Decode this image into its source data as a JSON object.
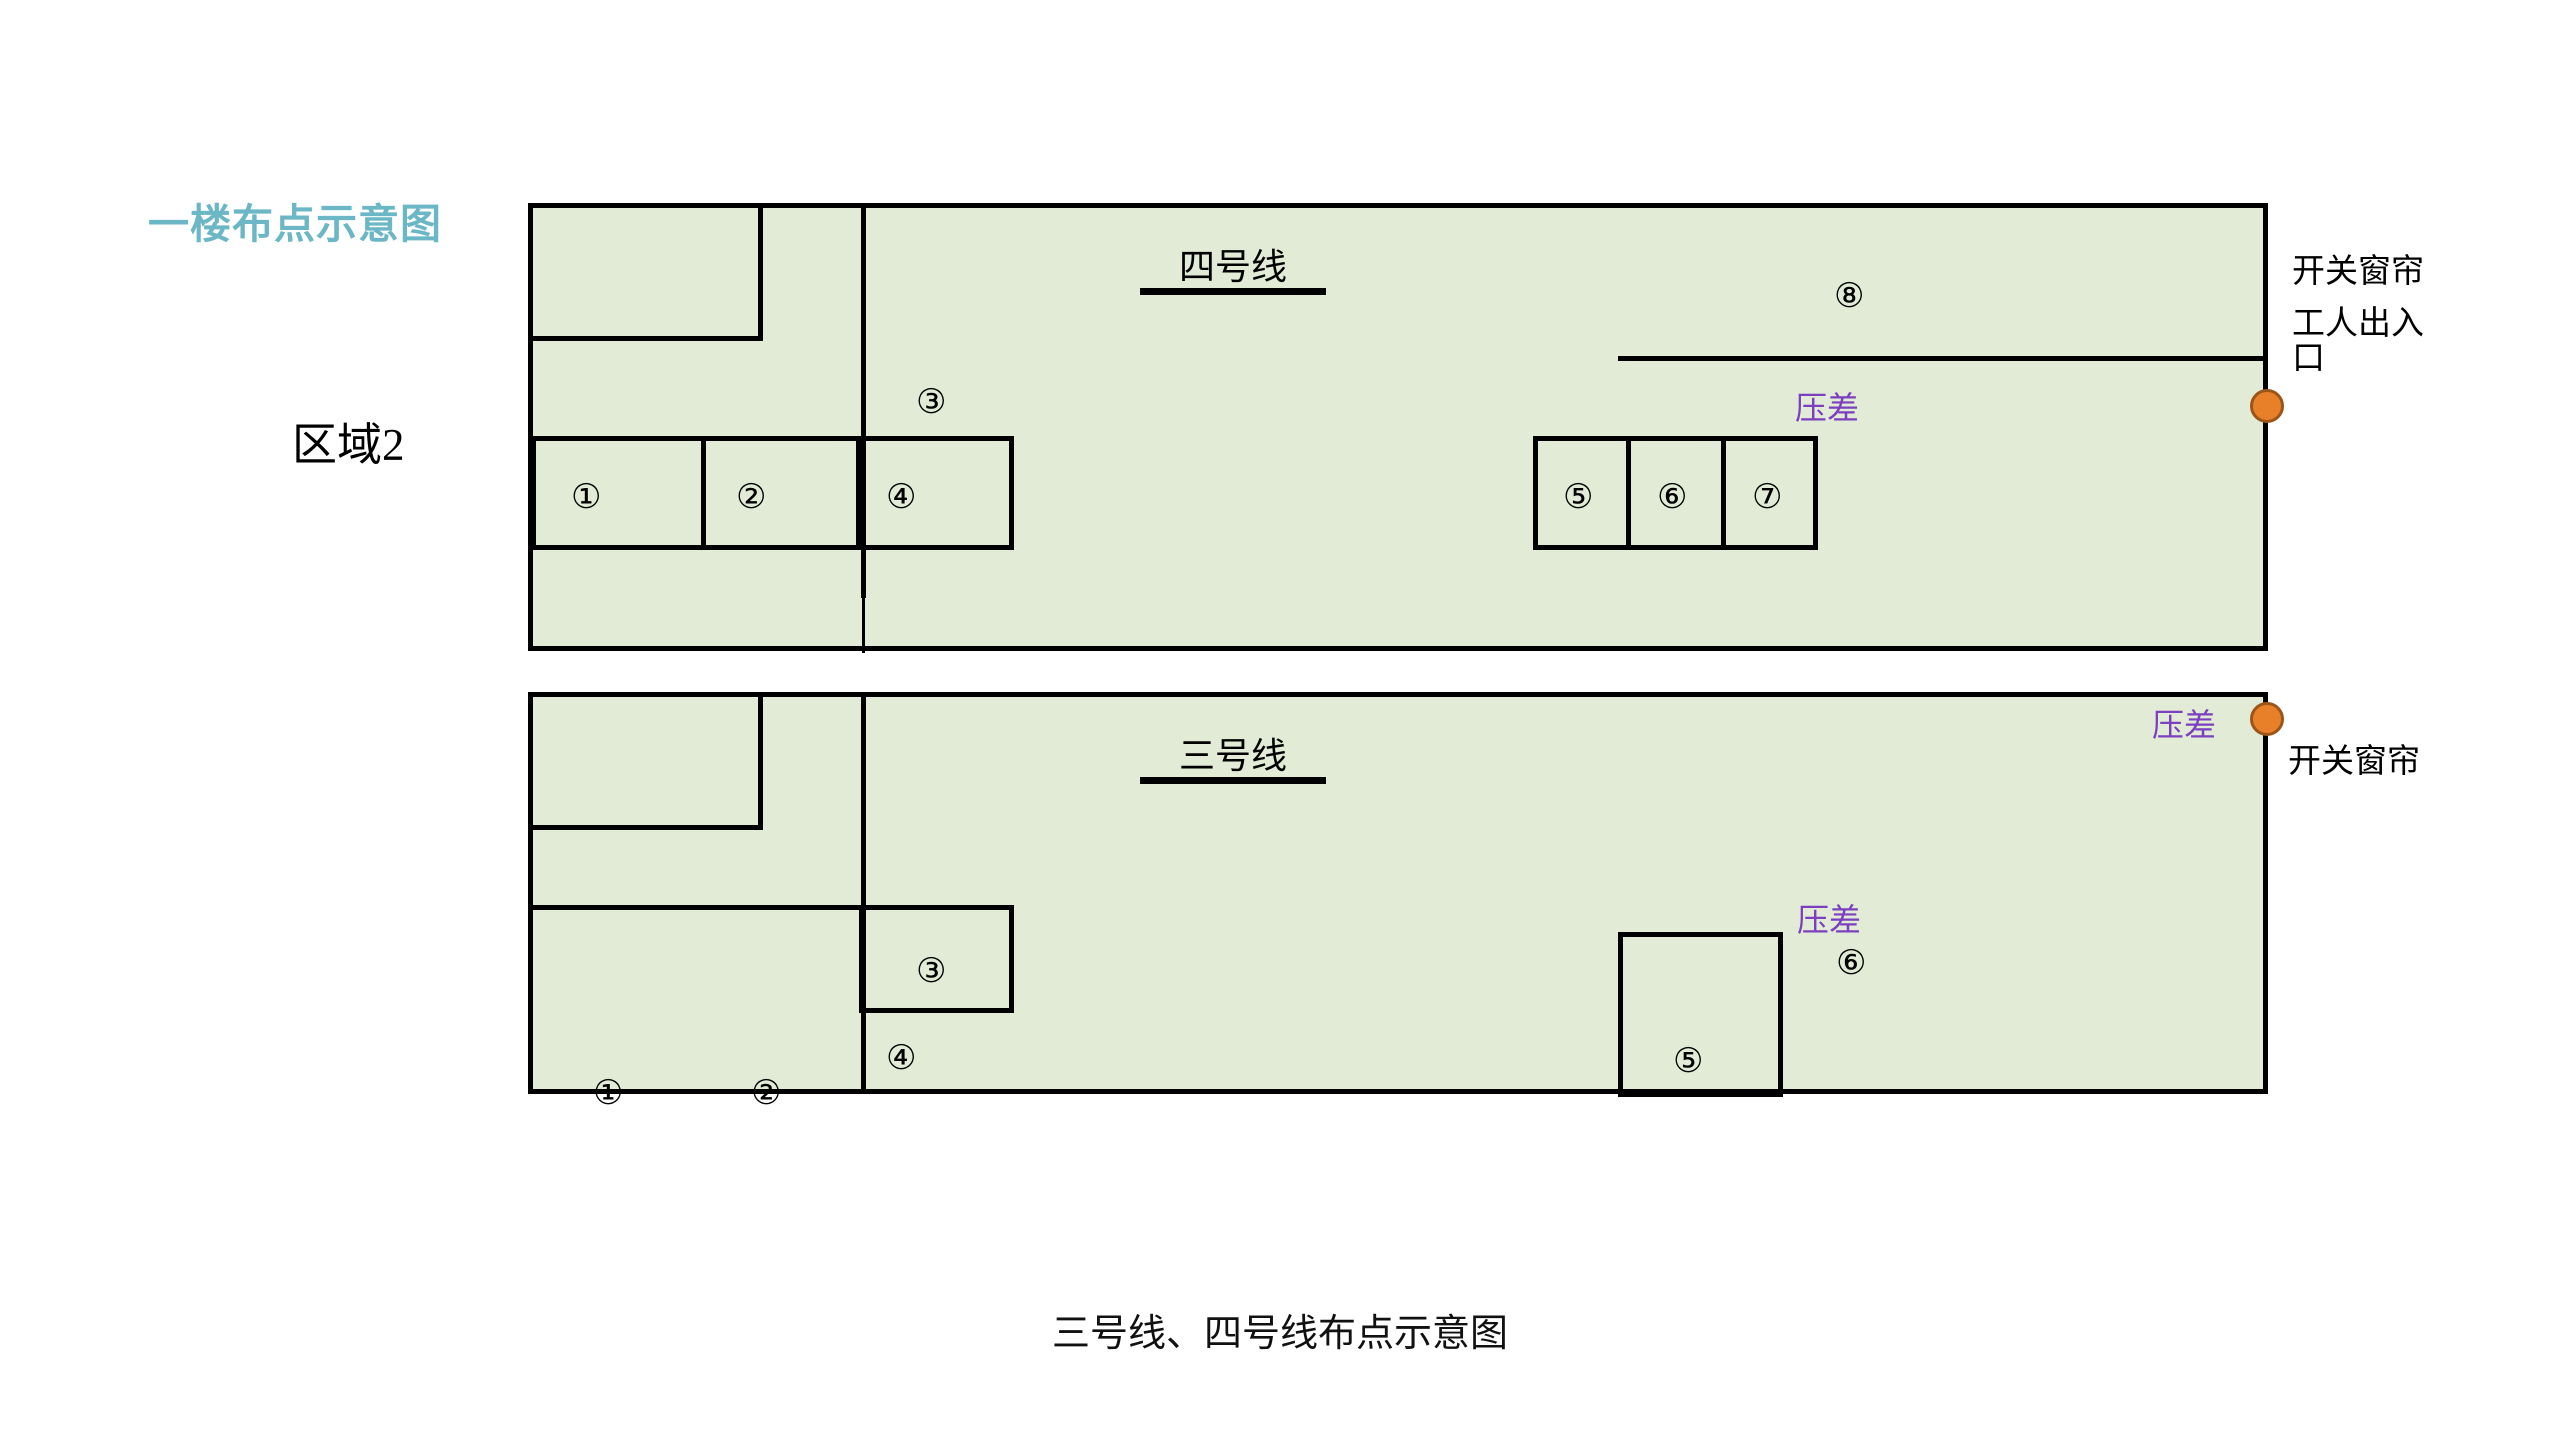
{
  "diagram": {
    "title": "一楼布点示意图",
    "area_label": "区域2",
    "caption": "三号线、四号线布点示意图",
    "accent_color": "#6CB7C6",
    "plan_fill_color": "#E2EBD6",
    "pressure_text_color": "#7B3FBF",
    "marker_color": "#E8802A"
  },
  "plans": [
    {
      "name": "upper",
      "line_label": "四号线",
      "points": [
        "③",
        "①",
        "②",
        "④",
        "⑤",
        "⑥",
        "⑦",
        "⑧"
      ],
      "pressure_label": "压差",
      "side_labels": [
        "开关窗帘",
        "工人出入",
        "口"
      ],
      "marker_icon": "pressure-sensor-dot"
    },
    {
      "name": "lower",
      "line_label": "三号线",
      "points": [
        "③",
        "①",
        "②",
        "④",
        "⑤",
        "⑥"
      ],
      "pressure_label": "压差",
      "side_labels": [
        "开关窗帘"
      ],
      "marker_icon": "pressure-sensor-dot"
    }
  ]
}
